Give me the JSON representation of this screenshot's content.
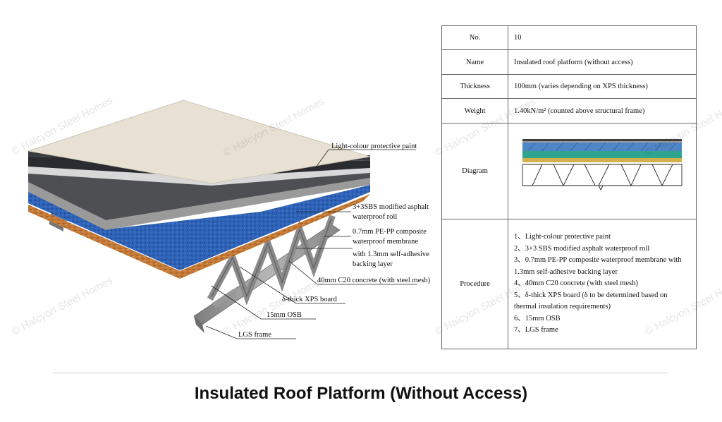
{
  "watermark": "© Halcyon Steel Homes",
  "illustration": {
    "callouts": [
      {
        "id": "paint",
        "lines": [
          "Light-colour protective paint"
        ]
      },
      {
        "id": "sbs",
        "lines": [
          "3+3SBS modified asphalt",
          "waterproof roll"
        ]
      },
      {
        "id": "membrane",
        "lines": [
          "0.7mm PE-PP composite",
          "waterproof membrane",
          "with 1.3mm self-adhesive",
          "backing layer"
        ]
      },
      {
        "id": "concrete",
        "lines": [
          "40mm C20 concrete (with steel mesh)"
        ]
      },
      {
        "id": "xps",
        "lines": [
          "δ-thick XPS board"
        ]
      },
      {
        "id": "osb",
        "lines": [
          "15mm OSB"
        ]
      },
      {
        "id": "lgs",
        "lines": [
          "LGS frame"
        ]
      }
    ]
  },
  "spec_table": {
    "rows": [
      {
        "key": "No.",
        "value": "10"
      },
      {
        "key": "Name",
        "value": "Insulated roof platform (without access)"
      },
      {
        "key": "Thickness",
        "value": "100mm (varies depending on XPS thickness)"
      },
      {
        "key": "Weight",
        "value": "1.40kN/m² (counted above structural frame)"
      }
    ],
    "diagram_key": "Diagram",
    "procedure_key": "Procedure",
    "procedure": [
      "1、Light-colour protective paint",
      "2、3+3 SBS modified asphalt waterproof roll",
      "3、0.7mm PE-PP composite waterproof membrane with 1.3mm self-adhesive backing layer",
      "4、40mm C20 concrete (with steel mesh)",
      "5、δ-thick XPS board (δ to be determined based on thermal insulation requirements)",
      "6、15mm OSB",
      "7、LGS frame"
    ]
  },
  "caption": "Insulated Roof Platform (Without Access)"
}
